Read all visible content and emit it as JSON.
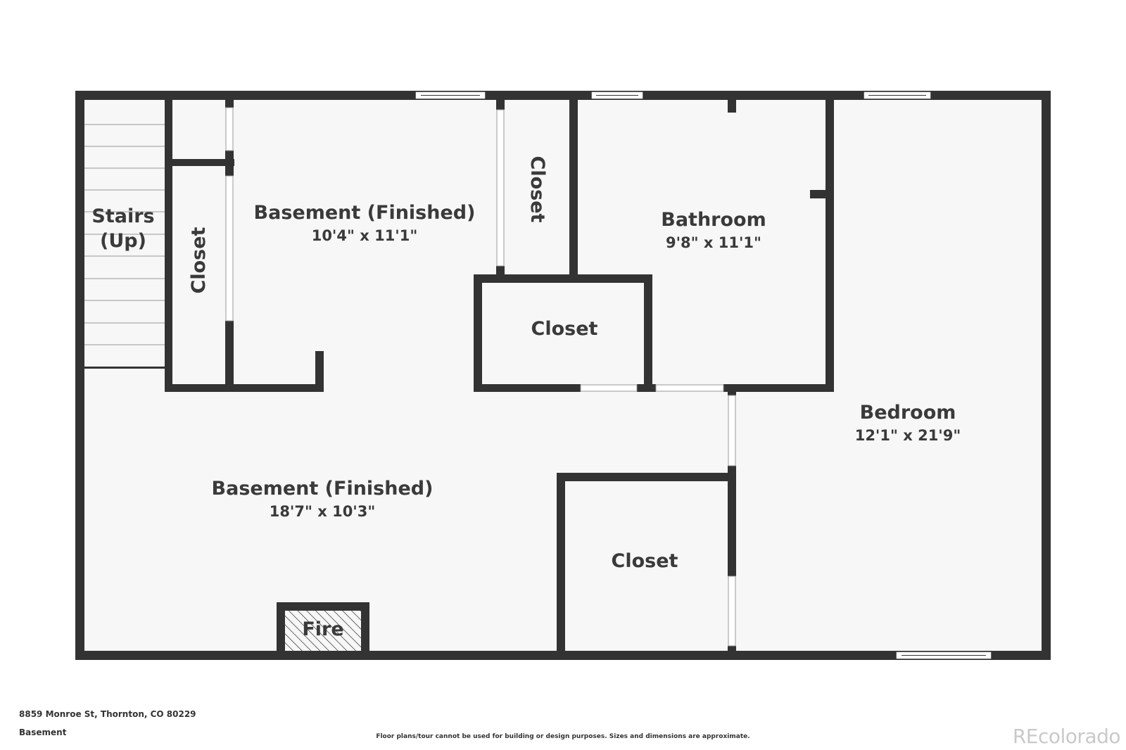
{
  "plan": {
    "rooms": [
      {
        "id": "stairs",
        "name_lines": [
          "Stairs",
          "(Up)"
        ]
      },
      {
        "id": "closet-left",
        "name": "Closet"
      },
      {
        "id": "basement-upper",
        "name": "Basement (Finished)",
        "dims": "10'4\" x 11'1\""
      },
      {
        "id": "closet-top",
        "name": "Closet"
      },
      {
        "id": "bathroom",
        "name": "Bathroom",
        "dims": "9'8\" x 11'1\""
      },
      {
        "id": "closet-center",
        "name": "Closet"
      },
      {
        "id": "bedroom",
        "name": "Bedroom",
        "dims": "12'1\" x 21'9\""
      },
      {
        "id": "basement-lower",
        "name": "Basement (Finished)",
        "dims": "18'7\" x 10'3\""
      },
      {
        "id": "closet-bottom",
        "name": "Closet"
      },
      {
        "id": "fireplace",
        "name": "Fire"
      }
    ],
    "colors": {
      "wall": "#333333",
      "floor": "#f7f7f7",
      "window": "#ffffff",
      "brand": "#c9c9c9"
    }
  },
  "footer": {
    "address": "8859 Monroe St, Thornton, CO 80229",
    "level": "Basement",
    "disclaimer": "Floor plans/tour cannot be used for building or design purposes. Sizes and dimensions are approximate.",
    "brand": "REcolorado"
  }
}
